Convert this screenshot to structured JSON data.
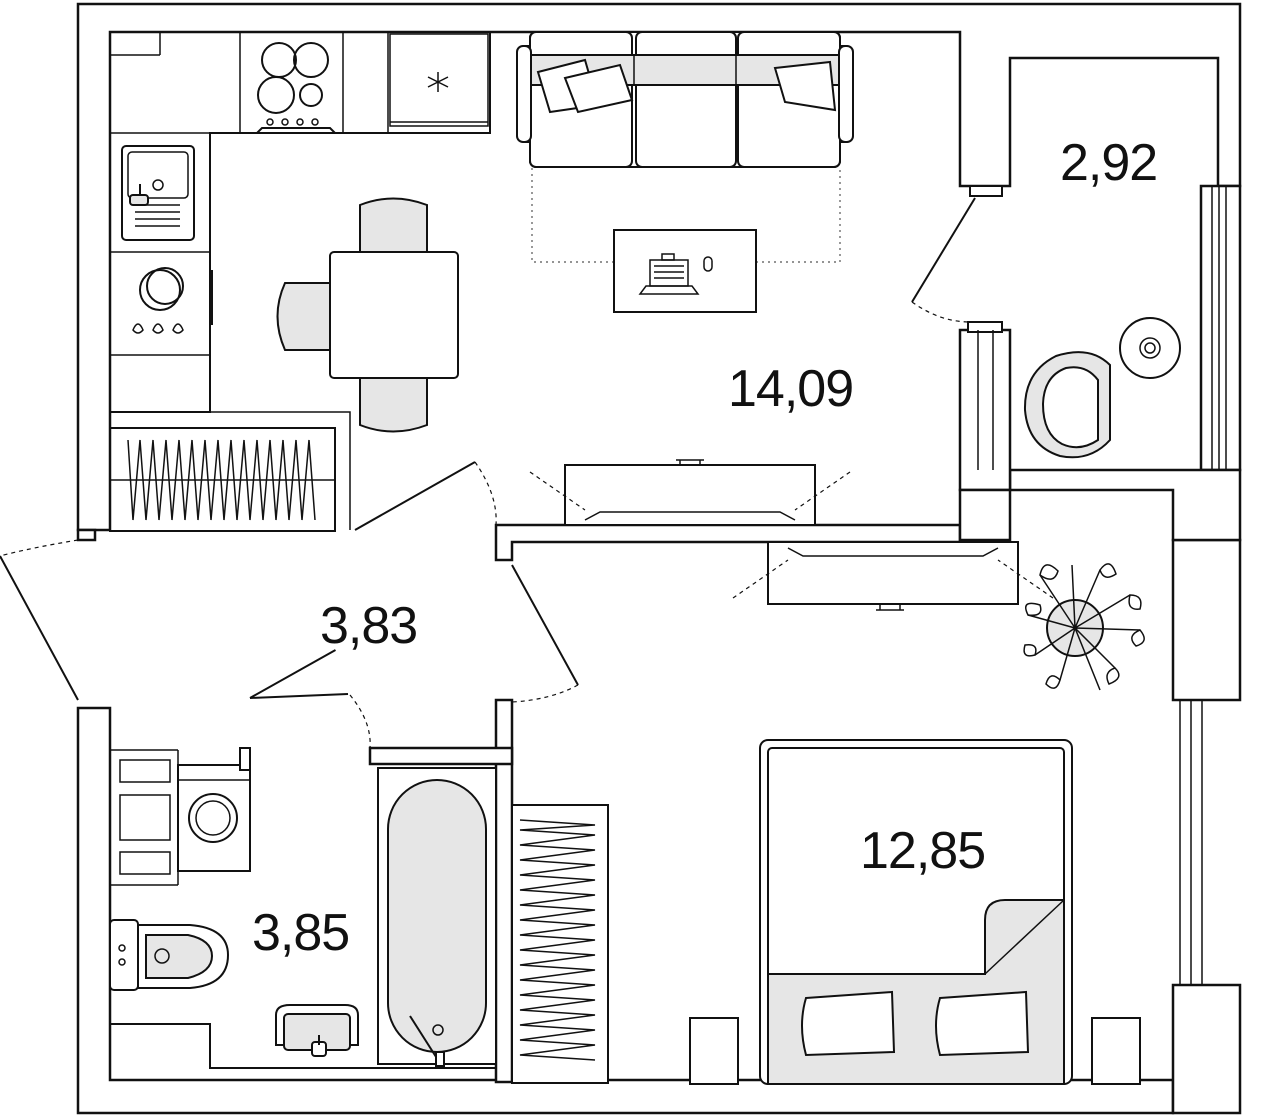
{
  "rooms": [
    {
      "id": "living-kitchen",
      "area": "14,09"
    },
    {
      "id": "balcony",
      "area": "2,92"
    },
    {
      "id": "hallway",
      "area": "3,83"
    },
    {
      "id": "bathroom",
      "area": "3,85"
    },
    {
      "id": "bedroom",
      "area": "12,85"
    }
  ],
  "colors": {
    "wall": "#111111",
    "furniture_fill": "#e6e6e6",
    "background": "#ffffff"
  },
  "icons": [
    "sofa-icon",
    "dining-table-icon",
    "stove-icon",
    "sink-icon",
    "bathtub-icon",
    "toilet-icon",
    "washing-machine-icon",
    "bed-icon",
    "plant-icon",
    "armchair-icon",
    "laptop-icon",
    "wardrobe-icon"
  ]
}
